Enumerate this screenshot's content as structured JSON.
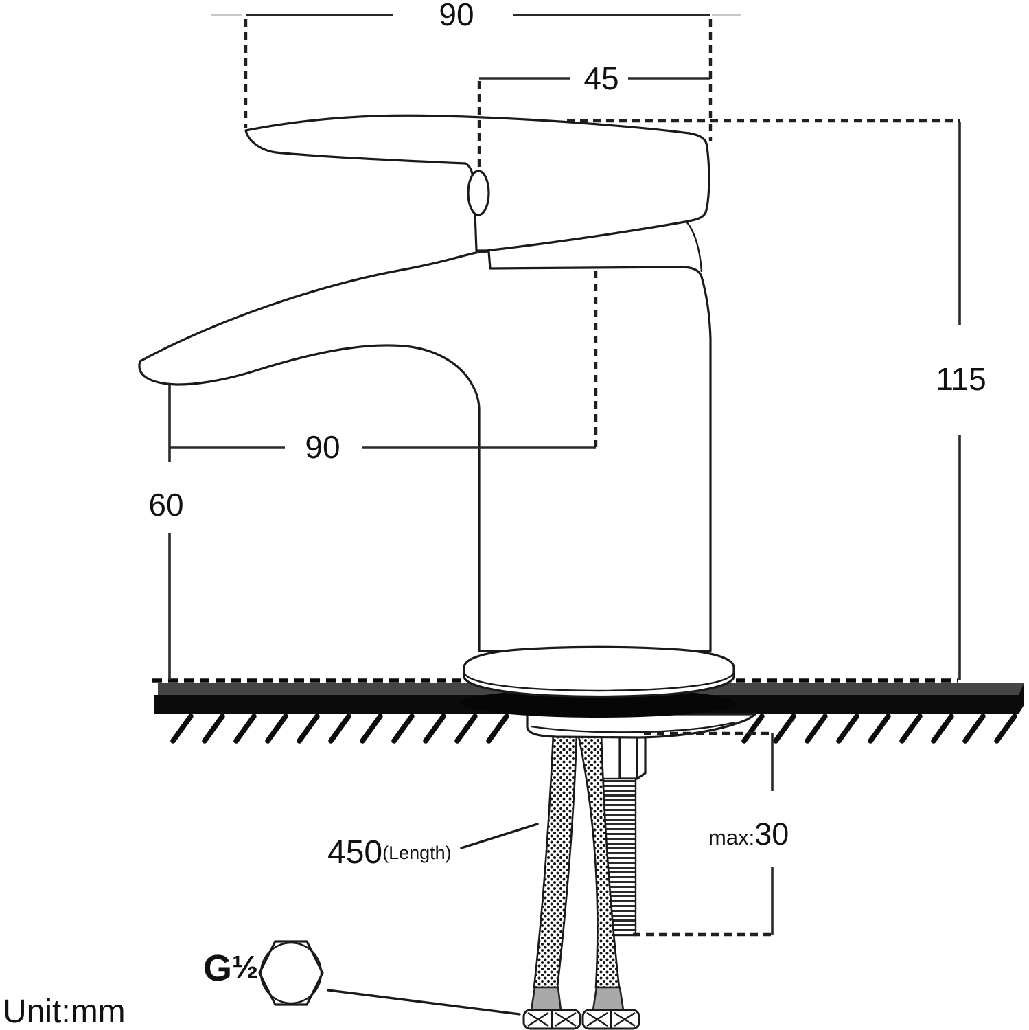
{
  "labels": {
    "top_width": "90",
    "handle_width": "45",
    "overall_height": "115",
    "spout_reach": "90",
    "spout_height": "60",
    "hose_length": "450",
    "hose_length_note": "(Length)",
    "max_thickness_prefix": "max:",
    "max_thickness_value": "30",
    "thread_letter": "G",
    "thread_fraction": "½",
    "unit": "Unit:mm"
  },
  "colors": {
    "line": "#1a1a1a",
    "counter_top": "#454545",
    "counter_face": "#0b0b0b",
    "gasket": "#060606",
    "ferrule": "#a9a9a9",
    "background": "#ffffff"
  }
}
